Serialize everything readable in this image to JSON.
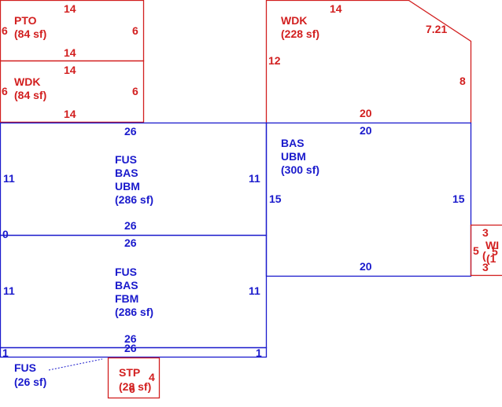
{
  "colors": {
    "red": "#d21f1f",
    "blue": "#1a1acc"
  },
  "pto_top": {
    "name": "PTO",
    "area": "(84 sf)",
    "dims": {
      "top": "14",
      "bottom": "14",
      "left": "6",
      "right": "6"
    }
  },
  "wdk_left": {
    "name": "WDK",
    "area": "(84 sf)",
    "dims": {
      "top": "14",
      "bottom": "14",
      "left": "6",
      "right": "6"
    }
  },
  "wdk_right": {
    "name": "WDK",
    "area": "(228 sf)",
    "dims": {
      "top": "14",
      "diagonal": "7.21",
      "left": "12",
      "right": "8",
      "bottom": "20"
    }
  },
  "fus_upper": {
    "lines": [
      "FUS",
      "BAS",
      "UBM"
    ],
    "area": "(286 sf)",
    "dims": {
      "top": "26",
      "bottom": "26",
      "left": "11",
      "right": "11",
      "zero": "0"
    }
  },
  "fus_lower": {
    "lines": [
      "FUS",
      "BAS",
      "FBM"
    ],
    "area": "(286 sf)",
    "dims": {
      "top": "26",
      "bottom": "26",
      "left": "11",
      "right": "11"
    }
  },
  "bas_right": {
    "lines": [
      "BAS",
      "UBM"
    ],
    "area": "(300 sf)",
    "dims": {
      "top": "20",
      "bottom": "20",
      "left": "15",
      "right": "15"
    }
  },
  "fus_strip": {
    "name": "FUS",
    "area": "(26 sf)",
    "dims": {
      "top": "26",
      "left": "1",
      "right": "1"
    }
  },
  "stp": {
    "name": "STP",
    "area": "(28 sf)",
    "dims": {
      "right": "4",
      "bottom": "6"
    }
  },
  "wdk_small": {
    "name": "WI",
    "area": "(1",
    "dims": {
      "top": "3",
      "left": "5",
      "bottom": "3",
      "right": "5",
      "extra": "("
    }
  }
}
